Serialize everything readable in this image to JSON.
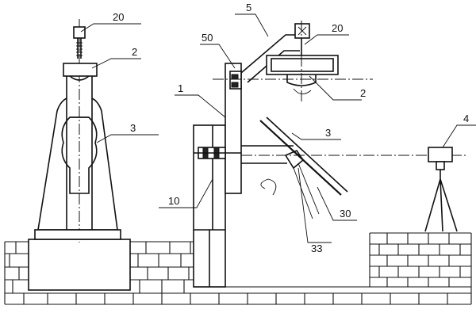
{
  "labels": {
    "l20a": "20",
    "l2a": "2",
    "l3a": "3",
    "l5": "5",
    "l50": "50",
    "l20b": "20",
    "l1": "1",
    "l2b": "2",
    "l3b": "3",
    "l4": "4",
    "l10": "10",
    "l30": "30",
    "l33": "33"
  }
}
